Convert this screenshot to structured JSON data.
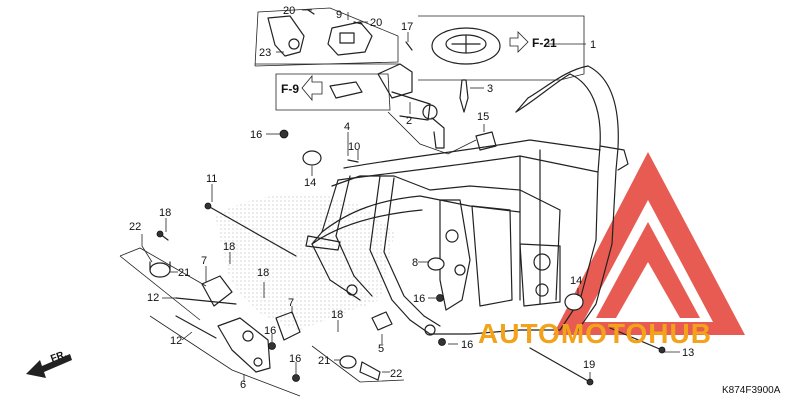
{
  "diagram_code": "K874F3900A",
  "direction_label": "FR.",
  "ref_labels": {
    "f21": "F-21",
    "f9": "F-9"
  },
  "callouts": {
    "c20a": "20",
    "c20b": "20",
    "c9": "9",
    "c23": "23",
    "c17": "17",
    "c1": "1",
    "c3": "3",
    "c2": "2",
    "c4": "4",
    "c10": "10",
    "c16a": "16",
    "c14a": "14",
    "c15": "15",
    "c11": "11",
    "c18a": "18",
    "c22a": "22",
    "c21a": "21",
    "c7a": "7",
    "c18b": "18",
    "c18c": "18",
    "c12a": "12",
    "c12b": "12",
    "c16b": "16",
    "c16c": "16",
    "c6": "6",
    "c7b": "7",
    "c18d": "18",
    "c5": "5",
    "c21b": "21",
    "c22b": "22",
    "c8": "8",
    "c16d": "16",
    "c16e": "16",
    "c14b": "14",
    "c13": "13",
    "c19": "19"
  },
  "watermark": {
    "brand_text": "AUTOMOTOHUB",
    "colors": {
      "red": "#e6534a",
      "orange": "#f3a21b",
      "gray": "#8d8d8d"
    }
  }
}
